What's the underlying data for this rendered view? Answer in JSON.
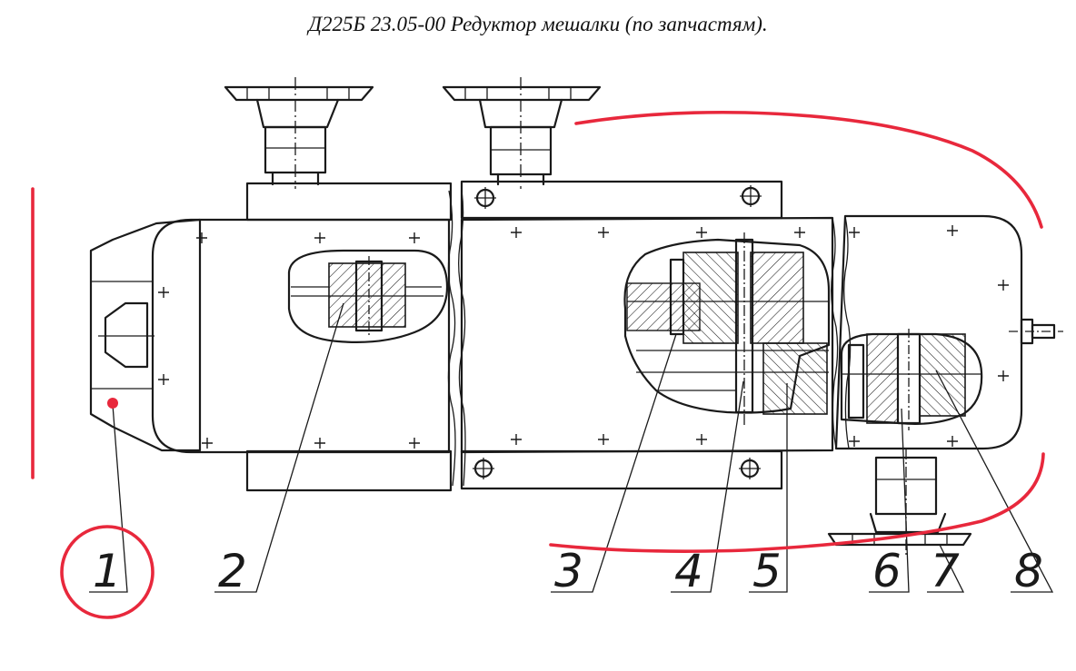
{
  "title": "Д225Б 23.05-00 Редуктор мешалки (по запчастям).",
  "callouts": [
    {
      "id": "1",
      "label": "1"
    },
    {
      "id": "2",
      "label": "2"
    },
    {
      "id": "3",
      "label": "3"
    },
    {
      "id": "4",
      "label": "4"
    },
    {
      "id": "5",
      "label": "5"
    },
    {
      "id": "6",
      "label": "6"
    },
    {
      "id": "7",
      "label": "7"
    },
    {
      "id": "8",
      "label": "8"
    }
  ],
  "highlight_color": "#e8283c",
  "highlighted_part": "1"
}
